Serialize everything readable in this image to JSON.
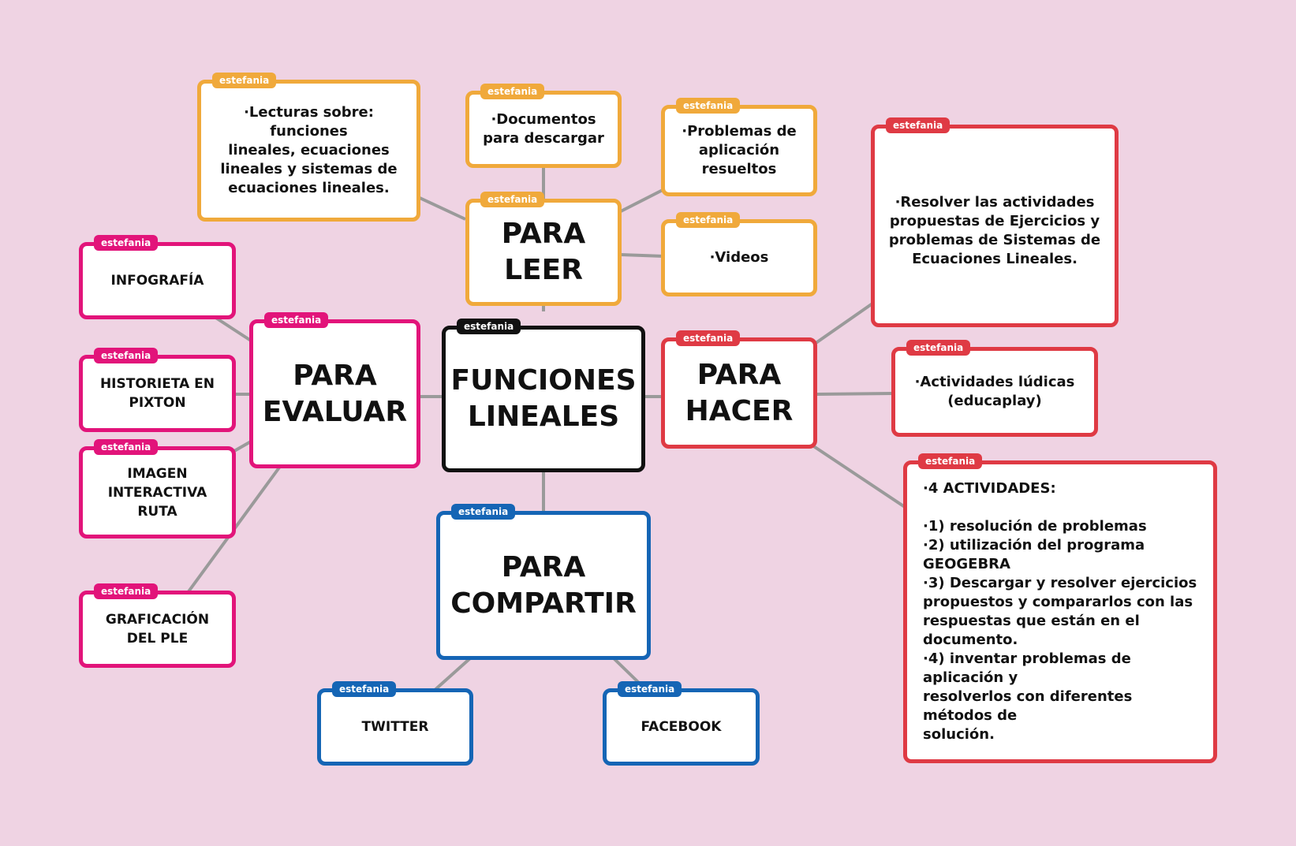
{
  "colors": {
    "background": "#efd3e3",
    "link": "#9a9a9a",
    "center": "#111111",
    "leer": "#f0a93b",
    "hacer": "#df3a44",
    "evaluar": "#e2147a",
    "compartir": "#1565b5"
  },
  "center": {
    "tag": "estefania",
    "text": "FUNCIONES\nLINEALES"
  },
  "leer": {
    "tag": "estefania",
    "text": "PARA\nLEER",
    "lecturas": {
      "tag": "estefania",
      "text": "·Lecturas sobre:  funciones\nlineales, ecuaciones\nlineales y sistemas de\necuaciones lineales."
    },
    "documentos": {
      "tag": "estefania",
      "text": "·Documentos\npara descargar"
    },
    "problemas": {
      "tag": "estefania",
      "text": "·Problemas de\naplicación\nresueltos"
    },
    "videos": {
      "tag": "estefania",
      "text": "·Videos"
    }
  },
  "hacer": {
    "tag": "estefania",
    "text": "PARA\nHACER",
    "resolver": {
      "tag": "estefania",
      "text": "·Resolver las actividades\npropuestas de Ejercicios y\nproblemas de Sistemas de\nEcuaciones Lineales."
    },
    "ludicas": {
      "tag": "estefania",
      "text": "·Actividades lúdicas\n(educaplay)"
    },
    "actividades": {
      "tag": "estefania",
      "text": "·4 ACTIVIDADES:\n\n·1)  resolución de problemas\n·2) utilización del programa GEOGEBRA\n·3) Descargar y resolver ejercicios\npropuestos y compararlos con las\nrespuestas que están en el\ndocumento.\n·4) inventar problemas de aplicación y\nresolverlos con diferentes métodos de\nsolución."
    }
  },
  "evaluar": {
    "tag": "estefania",
    "text": "PARA\nEVALUAR",
    "infografia": {
      "tag": "estefania",
      "text": "INFOGRAFÍA"
    },
    "historieta": {
      "tag": "estefania",
      "text": "HISTORIETA EN\nPIXTON"
    },
    "imagen": {
      "tag": "estefania",
      "text": "IMAGEN\nINTERACTIVA\nRUTA"
    },
    "graficacion": {
      "tag": "estefania",
      "text": "GRAFICACIÓN\nDEL PLE"
    }
  },
  "compartir": {
    "tag": "estefania",
    "text": "PARA\nCOMPARTIR",
    "twitter": {
      "tag": "estefania",
      "text": "TWITTER"
    },
    "facebook": {
      "tag": "estefania",
      "text": "FACEBOOK"
    }
  }
}
